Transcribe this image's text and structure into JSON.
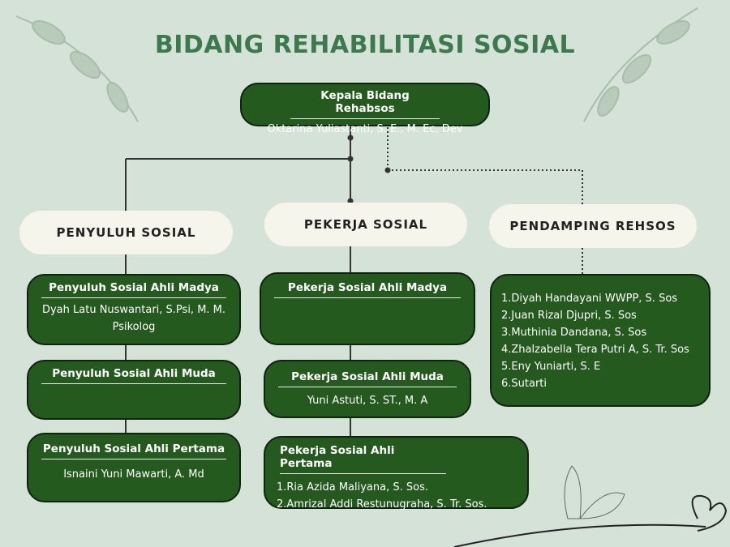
{
  "title": "BIDANG REHABILITASI SOSIAL",
  "head": {
    "role": "Kepala Bidang Rehabsos",
    "name": "Oktarina Yuliastanti, S. E., M. Ec. Dev"
  },
  "categories": [
    {
      "label": "PENYULUH SOSIAL"
    },
    {
      "label": "PEKERJA SOSIAL"
    },
    {
      "label": "PENDAMPING REHSOS"
    }
  ],
  "penyuluh": [
    {
      "role": "Penyuluh Sosial Ahli Madya",
      "name": "Dyah Latu Nuswantari, S.Psi, M. M. Psikolog"
    },
    {
      "role": "Penyuluh Sosial Ahli Muda",
      "name": ""
    },
    {
      "role": "Penyuluh Sosial Ahli Pertama",
      "name": "Isnaini Yuni Mawarti, A. Md"
    }
  ],
  "pekerja": [
    {
      "role": "Pekerja Sosial Ahli Madya",
      "name": ""
    },
    {
      "role": "Pekerja Sosial Ahli Muda",
      "name": "Yuni Astuti, S. ST., M. A"
    },
    {
      "role": "Pekerja Sosial Ahli Pertama",
      "names": [
        "1.Ria Azida Maliyana, S. Sos.",
        "2.Amrizal Addi Restunugraha, S. Tr. Sos."
      ]
    }
  ],
  "pendamping": [
    "1.Diyah Handayani WWPP, S. Sos",
    "2.Juan Rizal Djupri, S. Sos",
    "3.Muthinia Dandana, S. Sos",
    "4.Zhalzabella Tera Putri A, S. Tr. Sos",
    "5.Eny Yuniarti, S. E",
    "6.Sutarti"
  ]
}
